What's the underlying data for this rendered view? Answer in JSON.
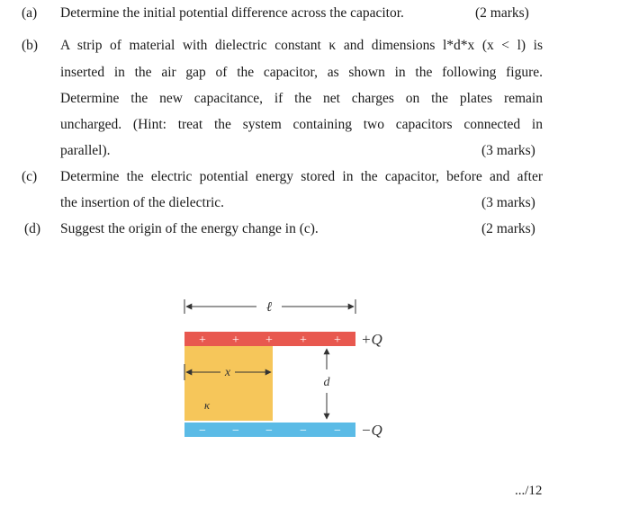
{
  "questions": [
    {
      "label": "(a)",
      "lines": [
        "Determine the initial potential difference across the capacitor."
      ],
      "marks": "(2 marks)"
    },
    {
      "label": "(b)",
      "lines": [
        "A strip of material with dielectric constant κ and dimensions l*d*x (x < l) is",
        "inserted in the air gap of the capacitor, as shown in the following figure.",
        "Determine the new capacitance, if the net charges on the plates remain",
        "uncharged. (Hint: treat the system containing two capacitors connected in",
        "parallel)."
      ],
      "marks": "(3 marks)"
    },
    {
      "label": "(c)",
      "lines": [
        "Determine the electric potential energy stored in the capacitor, before and after",
        "the insertion of the dielectric."
      ],
      "marks": "(3 marks)"
    },
    {
      "label": "(d)",
      "lines": [
        "Suggest the origin of the energy change in (c)."
      ],
      "marks": "(2 marks)"
    }
  ],
  "figure": {
    "length_label": "ℓ",
    "x_label": "x",
    "d_label": "d",
    "kappa_label": "κ",
    "plus_q_label": "+Q",
    "minus_q_label": "−Q",
    "plus_sign": "+",
    "minus_sign": "−",
    "colors": {
      "top_plate": "#e8584f",
      "bottom_plate": "#5bbbe6",
      "dielectric": "#f6c65a",
      "line": "#333333"
    }
  },
  "page_number": ".../12"
}
